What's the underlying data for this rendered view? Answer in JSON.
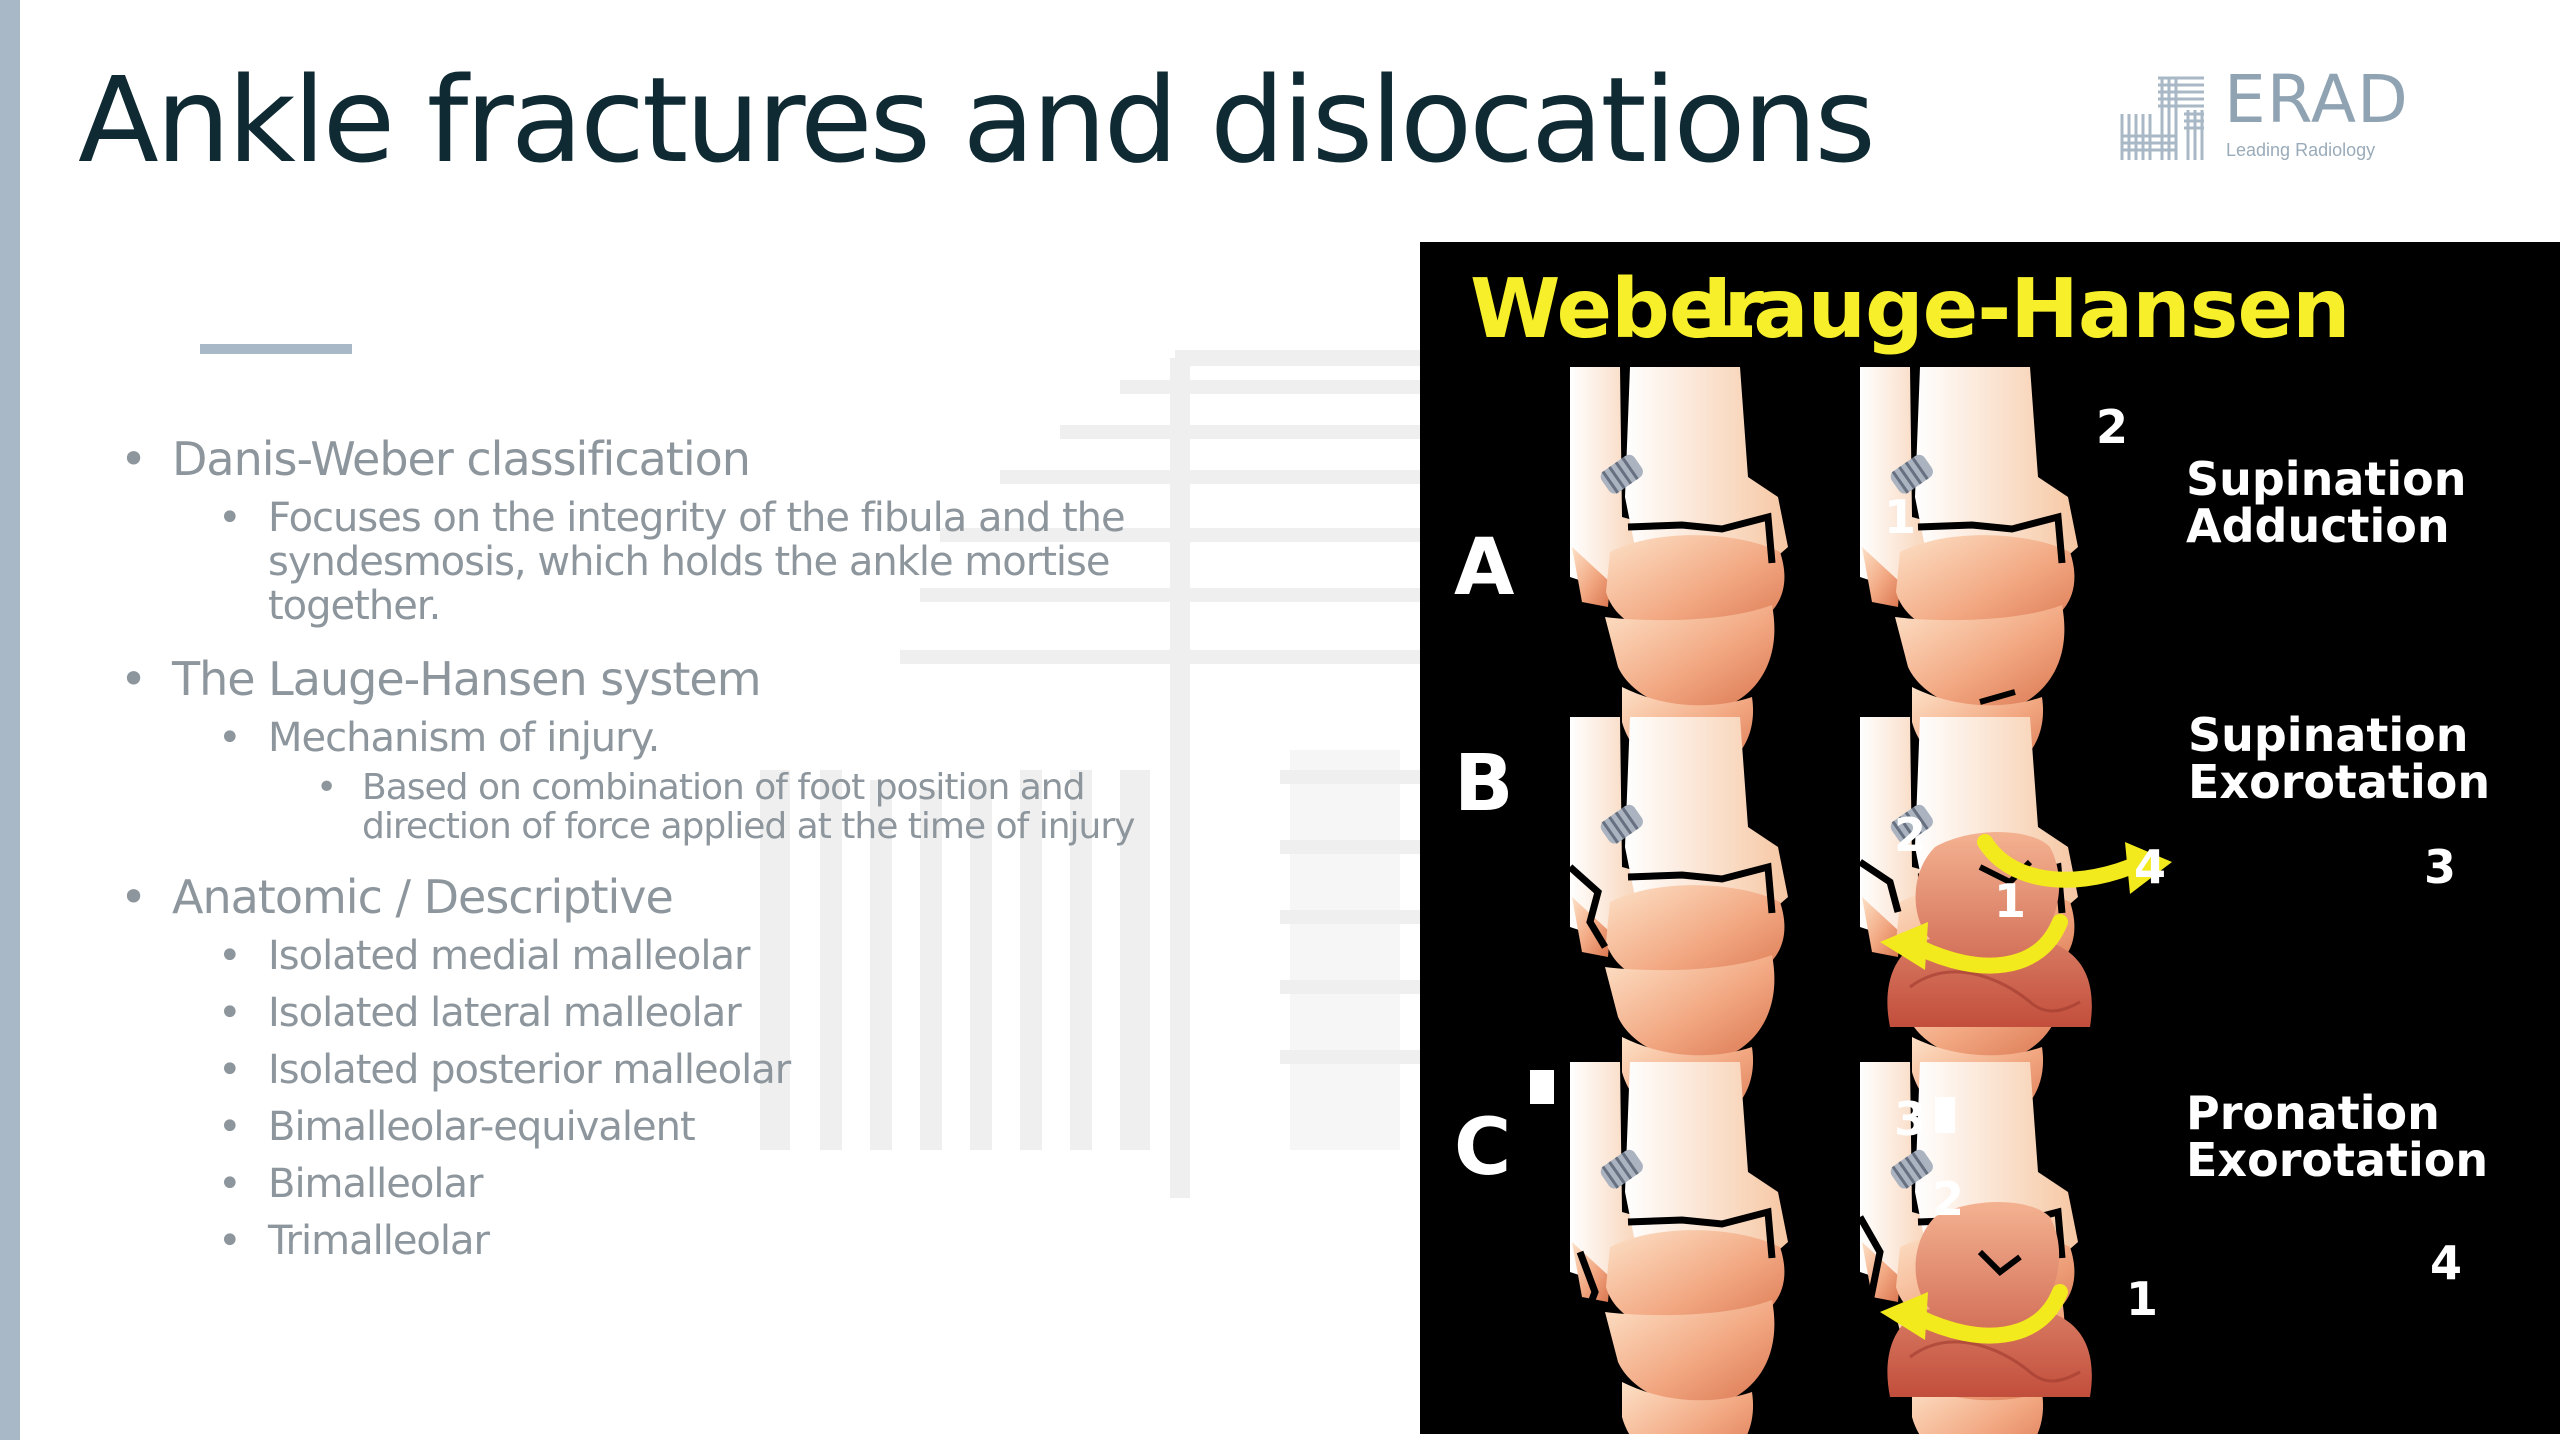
{
  "slide": {
    "title": "Ankle fractures and dislocations",
    "accent_color": "#a9b8c6"
  },
  "logo": {
    "name": "ERAD",
    "tagline": "Leading Radiology",
    "icon": "erad-grid-logo-icon"
  },
  "bullets": {
    "danis_weber": {
      "label": "Danis-Weber classification",
      "sub": [
        "Focuses on the integrity of the fibula and the",
        "syndesmosis, which holds the ankle mortise",
        "together."
      ]
    },
    "lauge_hansen": {
      "label": "The Lauge-Hansen system",
      "sub": "Mechanism of injury.",
      "detail": [
        "Based on combination of foot position and",
        "direction of force applied at the time of injury"
      ]
    },
    "anatomic": {
      "label": "Anatomic / Descriptive",
      "items": [
        "Isolated medial malleolar",
        "Isolated lateral malleolar",
        "Isolated posterior malleolar",
        "Bimalleolar-equivalent",
        "Bimalleolar",
        "Trimalleolar"
      ]
    }
  },
  "figure": {
    "header_weber": "Weber",
    "header_lauge_hansen": "Lauge-Hansen",
    "row_letters": [
      "A",
      "B",
      "C"
    ],
    "labels": {
      "sup_add": [
        "Supination",
        "Adduction"
      ],
      "sup_exo": [
        "Supination",
        "Exorotation"
      ],
      "pro_exo": [
        "Pronation",
        "Exorotation"
      ]
    },
    "numbers": {
      "a1": "1",
      "a2": "2",
      "b1": "1",
      "b2": "2",
      "b3": "3",
      "b4": "4",
      "c1": "1",
      "c2": "2",
      "c3": "3",
      "c4": "4"
    },
    "header_color": "#f7ef2a",
    "background_color": "#000000"
  }
}
